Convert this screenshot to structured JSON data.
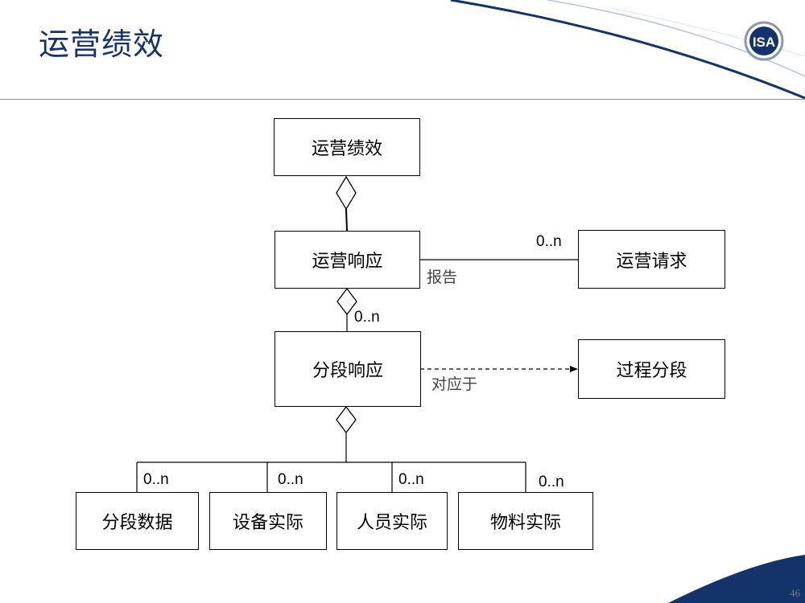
{
  "slide": {
    "title": "运营绩效",
    "page_number": "46",
    "logo_text": "ISA"
  },
  "diagram": {
    "boxes": {
      "ops_performance": "运营绩效",
      "ops_response": "运营响应",
      "ops_request": "运营请求",
      "segment_response": "分段响应",
      "process_segment": "过程分段",
      "segment_data": "分段数据",
      "equipment_actual": "设备实际",
      "personnel_actual": "人员实际",
      "material_actual": "物料实际"
    },
    "associations": {
      "report": "报告",
      "corresponds_to": "对应于"
    },
    "multiplicities": {
      "request_link": "0..n",
      "segment_link": "0..n",
      "segment_data_link": "0..n",
      "equipment_link": "0..n",
      "personnel_link": "0..n",
      "material_link": "0..n"
    }
  }
}
